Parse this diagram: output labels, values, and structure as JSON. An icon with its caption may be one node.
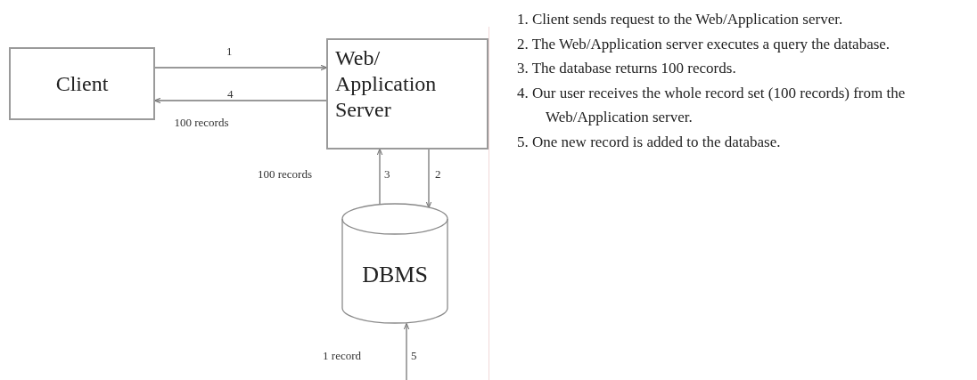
{
  "diagram": {
    "nodes": [
      {
        "text": [
          "Client"
        ]
      },
      {
        "text": [
          "Web/ Application Server"
        ]
      },
      {
        "text": [
          "DBMS"
        ]
      }
    ],
    "edges": [
      {
        "from": 0,
        "to": 1,
        "arrow": "to",
        "label": "1"
      },
      {
        "from": 1,
        "to": 0,
        "arrow": "to",
        "label": "4"
      },
      {
        "from": 1,
        "to": 2,
        "arrow": "to",
        "label": "2"
      },
      {
        "from": 2,
        "to": 1,
        "arrow": "to",
        "label": "3"
      },
      {
        "from": null,
        "to": 2,
        "arrow": "to",
        "label": "5"
      }
    ],
    "labels": [
      "100 records",
      "100 records",
      "1 record",
      "1. Client sends request to the Web/Application server.",
      "2. The Web/Application server executes a query the database.",
      "3. The database returns 100 records.",
      "4. Our user receives the whole record set (100 records) from the Web/Application server.",
      "5. One new record is added to the database."
    ]
  }
}
